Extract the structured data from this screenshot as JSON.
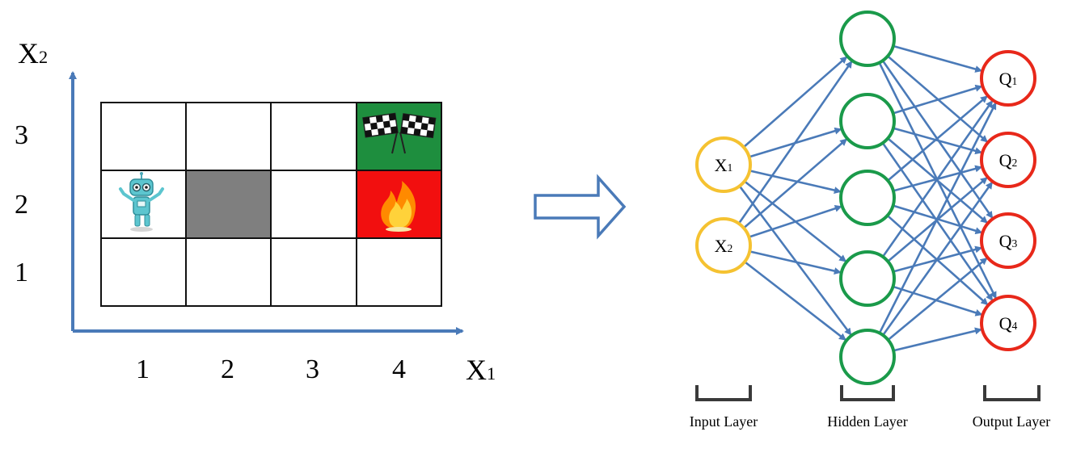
{
  "grid": {
    "x_axis": {
      "name": "X",
      "subscript": "1",
      "ticks": [
        "1",
        "2",
        "3",
        "4"
      ]
    },
    "y_axis": {
      "name": "X",
      "subscript": "2",
      "ticks": [
        "3",
        "2",
        "1"
      ]
    },
    "cells": {
      "goal": {
        "icon": "checkered-flags-icon",
        "color": "#1e8e3e"
      },
      "fire": {
        "icon": "fire-icon",
        "color": "#f20f0f"
      },
      "wall": {
        "color": "#7f7f7f"
      },
      "agent": {
        "icon": "robot-icon"
      }
    }
  },
  "arrow": {
    "icon": "right-arrow-icon",
    "color": "#4a7ab8"
  },
  "network": {
    "edge_color": "#4a7ab8",
    "input_color": "#f5c231",
    "hidden_color": "#1a9a4a",
    "output_color": "#e8281a",
    "input_nodes": [
      {
        "name": "X",
        "subscript": "1"
      },
      {
        "name": "X",
        "subscript": "2"
      }
    ],
    "hidden_count": 5,
    "output_nodes": [
      {
        "name": "Q",
        "subscript": "1"
      },
      {
        "name": "Q",
        "subscript": "2"
      },
      {
        "name": "Q",
        "subscript": "3"
      },
      {
        "name": "Q",
        "subscript": "4"
      }
    ],
    "layer_labels": {
      "input": "Input Layer",
      "hidden": "Hidden Layer",
      "output": "Output Layer"
    }
  }
}
